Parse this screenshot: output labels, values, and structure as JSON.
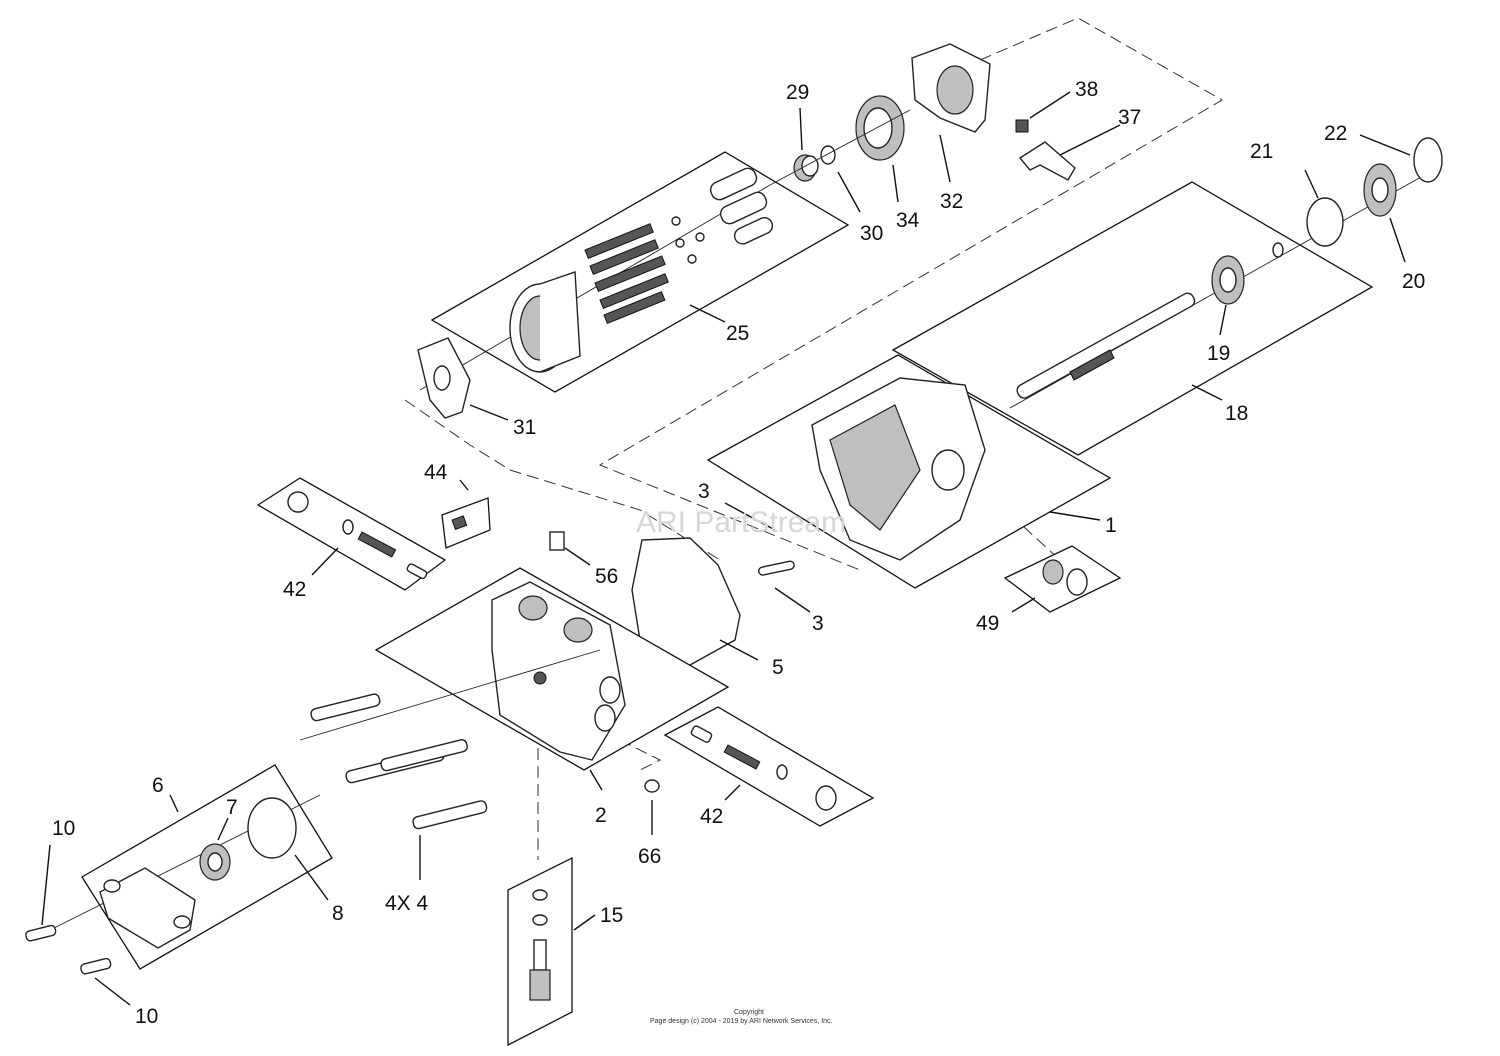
{
  "diagram": {
    "watermark": "ARI PartStream",
    "copyright_line1": "Copyright",
    "copyright_line2": "Page design (c) 2004 - 2019 by ARI Network Services, Inc.",
    "callouts": {
      "c1": "1",
      "c2": "2",
      "c3a": "3",
      "c3b": "3",
      "c4": "4X 4",
      "c5": "5",
      "c6": "6",
      "c7": "7",
      "c8": "8",
      "c10a": "10",
      "c10b": "10",
      "c15": "15",
      "c18": "18",
      "c19": "19",
      "c20": "20",
      "c21": "21",
      "c22": "22",
      "c25": "25",
      "c29": "29",
      "c30": "30",
      "c31": "31",
      "c32": "32",
      "c34": "34",
      "c37": "37",
      "c38": "38",
      "c42a": "42",
      "c42b": "42",
      "c44": "44",
      "c49": "49",
      "c56": "56",
      "c66": "66"
    }
  }
}
